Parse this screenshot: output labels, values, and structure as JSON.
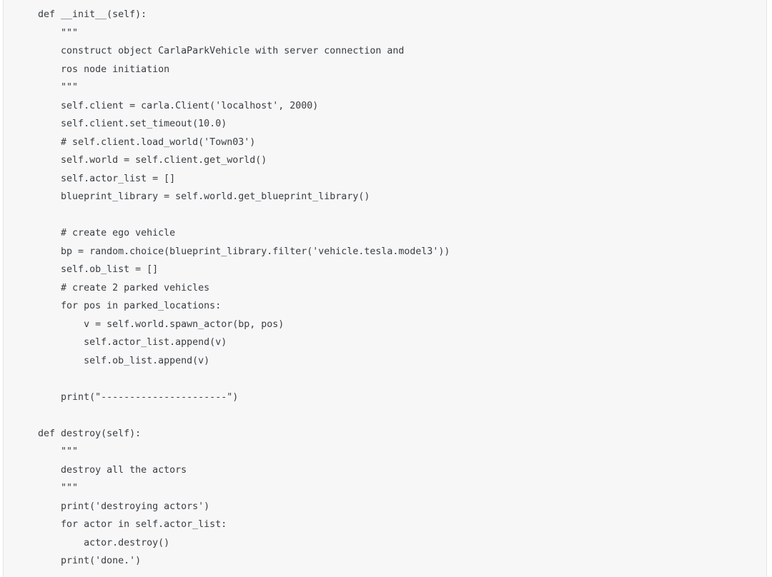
{
  "code_block": {
    "language_hint": "python",
    "colors": {
      "block_background": "#f7f7f7",
      "border": "#e3e5e6",
      "text": "#383d42",
      "page_background": "#fefefe"
    },
    "lines": [
      "    def __init__(self):",
      "        \"\"\"",
      "        construct object CarlaParkVehicle with server connection and",
      "        ros node initiation",
      "        \"\"\"",
      "        self.client = carla.Client('localhost', 2000)",
      "        self.client.set_timeout(10.0)",
      "        # self.client.load_world('Town03')",
      "        self.world = self.client.get_world()",
      "        self.actor_list = []",
      "        blueprint_library = self.world.get_blueprint_library()",
      "",
      "        # create ego vehicle",
      "        bp = random.choice(blueprint_library.filter('vehicle.tesla.model3'))",
      "        self.ob_list = []",
      "        # create 2 parked vehicles",
      "        for pos in parked_locations:",
      "            v = self.world.spawn_actor(bp, pos)",
      "            self.actor_list.append(v)",
      "            self.ob_list.append(v)",
      "",
      "        print(\"----------------------\")",
      "",
      "    def destroy(self):",
      "        \"\"\"",
      "        destroy all the actors",
      "        \"\"\"",
      "        print('destroying actors')",
      "        for actor in self.actor_list:",
      "            actor.destroy()",
      "        print('done.')"
    ]
  }
}
